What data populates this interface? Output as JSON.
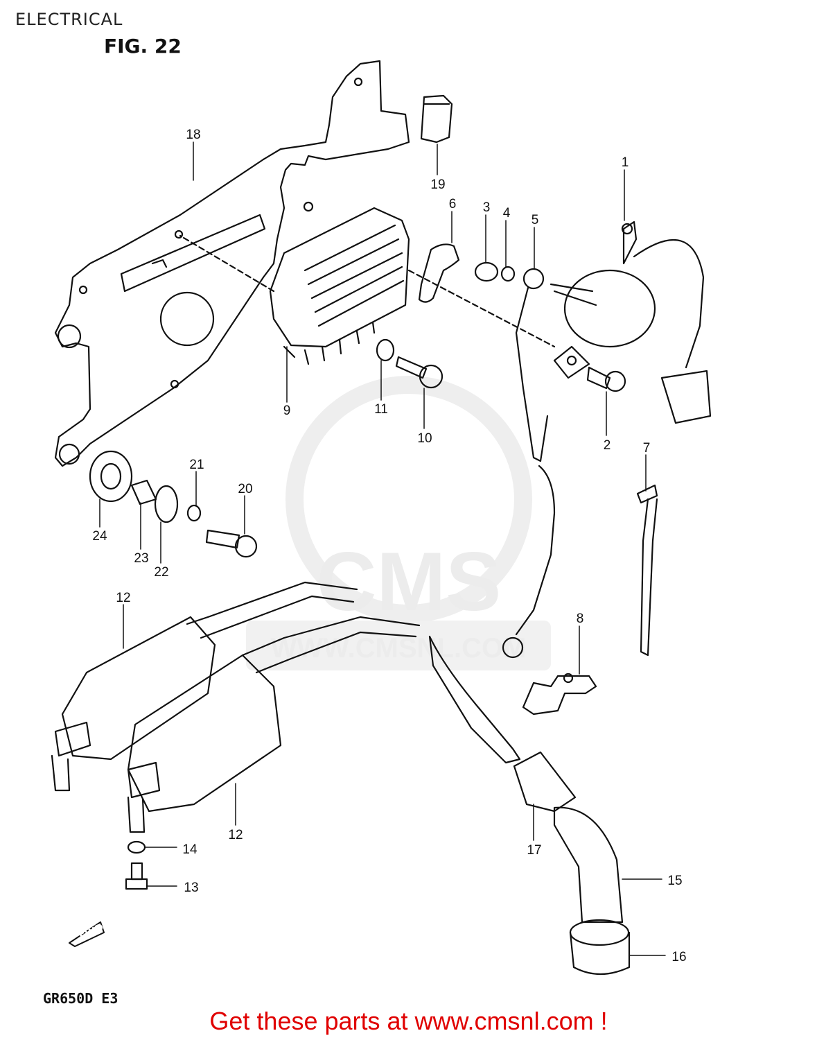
{
  "section_title": "ELECTRICAL",
  "figure_title": "FIG. 22",
  "model_code": "GR650D E3",
  "fwd_label": "FWD",
  "watermark": {
    "brand": "CMS",
    "url": "WWW.CMSNL.COM"
  },
  "callouts": [
    "1",
    "2",
    "3",
    "4",
    "5",
    "6",
    "7",
    "8",
    "9",
    "10",
    "11",
    "12",
    "12",
    "13",
    "14",
    "15",
    "16",
    "17",
    "18",
    "19",
    "20",
    "21",
    "22",
    "23",
    "24"
  ],
  "cta_text": "Get these parts at www.cmsnl.com !"
}
